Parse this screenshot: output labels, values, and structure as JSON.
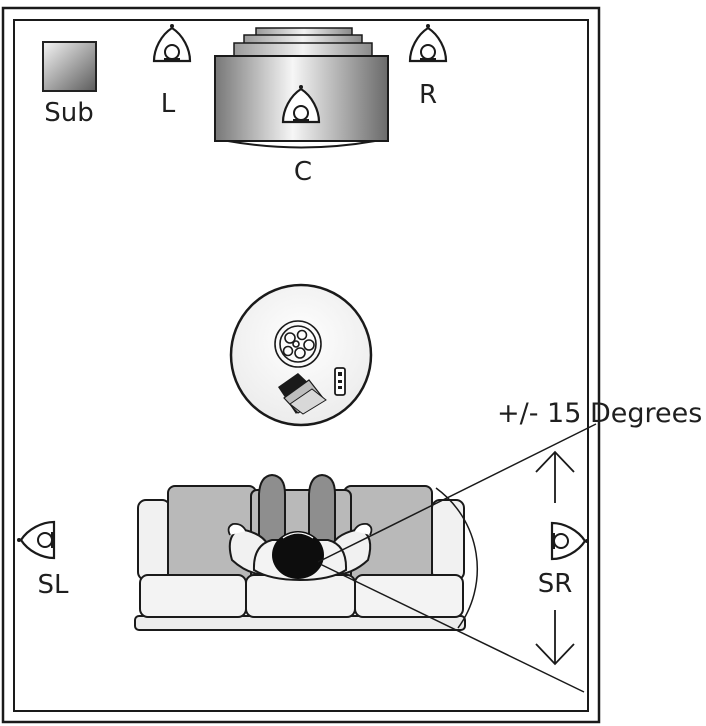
{
  "labels": {
    "sub": "Sub",
    "left": "L",
    "right": "R",
    "center": "C",
    "surround_left": "SL",
    "surround_right": "SR",
    "angle_note": "+/- 15 Degrees"
  },
  "colors": {
    "outline": "#1a1a1a",
    "sofa_back": "#b9b9b9",
    "sofa_cushion": "#f1f1f1",
    "head": "#0d0d0d",
    "speaker_fill": "#ffffff"
  },
  "icons": [
    "subwoofer-icon",
    "speaker-icon",
    "tv-cabinet-icon",
    "coffee-table-icon",
    "sofa-icon",
    "listener-icon",
    "remote-icon",
    "arrow-icon"
  ]
}
